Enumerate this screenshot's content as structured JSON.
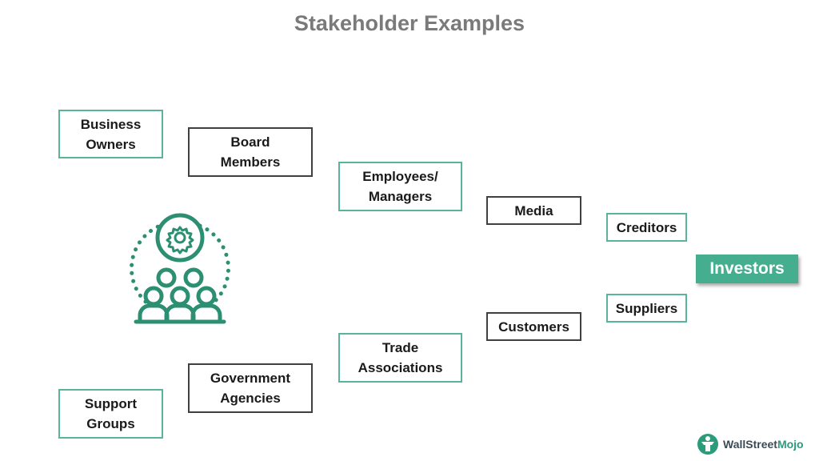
{
  "title": "Stakeholder Examples",
  "boxes": {
    "business_owners": "Business\nOwners",
    "board_members": "Board\nMembers",
    "employees_managers": "Employees/\nManagers",
    "media": "Media",
    "creditors": "Creditors",
    "investors": "Investors",
    "suppliers": "Suppliers",
    "customers": "Customers",
    "trade_associations": "Trade\nAssociations",
    "government_agencies": "Government\nAgencies",
    "support_groups": "Support\nGroups"
  },
  "logo": {
    "brand_part1": "Wall",
    "brand_part2": "Street",
    "brand_part3": "Mojo"
  },
  "icons": {
    "center": "stakeholder-group-icon",
    "logo": "wallstreetmojo-logo-icon"
  },
  "colors": {
    "accent_green": "#45ae8f",
    "border_green": "#5ab39b",
    "border_dark": "#404040",
    "title_gray": "#7a7a7a"
  }
}
